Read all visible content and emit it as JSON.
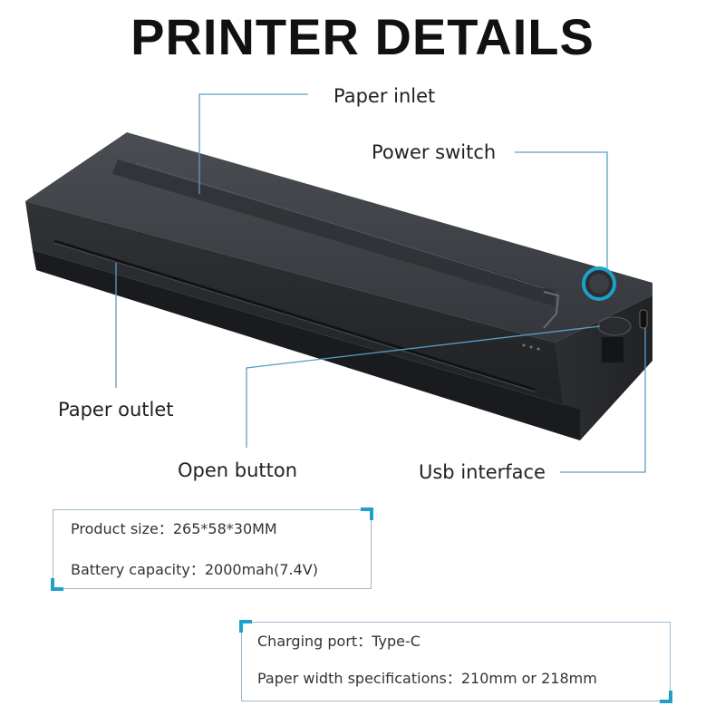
{
  "title": "PRINTER DETAILS",
  "callouts": {
    "paper_inlet": "Paper inlet",
    "power_switch": "Power switch",
    "paper_outlet": "Paper outlet",
    "open_button": "Open button",
    "usb_interface": "Usb interface"
  },
  "specs_box_1": {
    "product_size": "Product size：265*58*30MM",
    "battery_capacity": "Battery capacity：2000mah(7.4V)"
  },
  "specs_box_2": {
    "charging_port": "Charging port：Type-C",
    "paper_width": "Paper width specifications：210mm or 218mm"
  },
  "colors": {
    "accent": "#1fa0c8",
    "printer_body": "#3a3d42",
    "leader_line": "#5a9fc4"
  }
}
